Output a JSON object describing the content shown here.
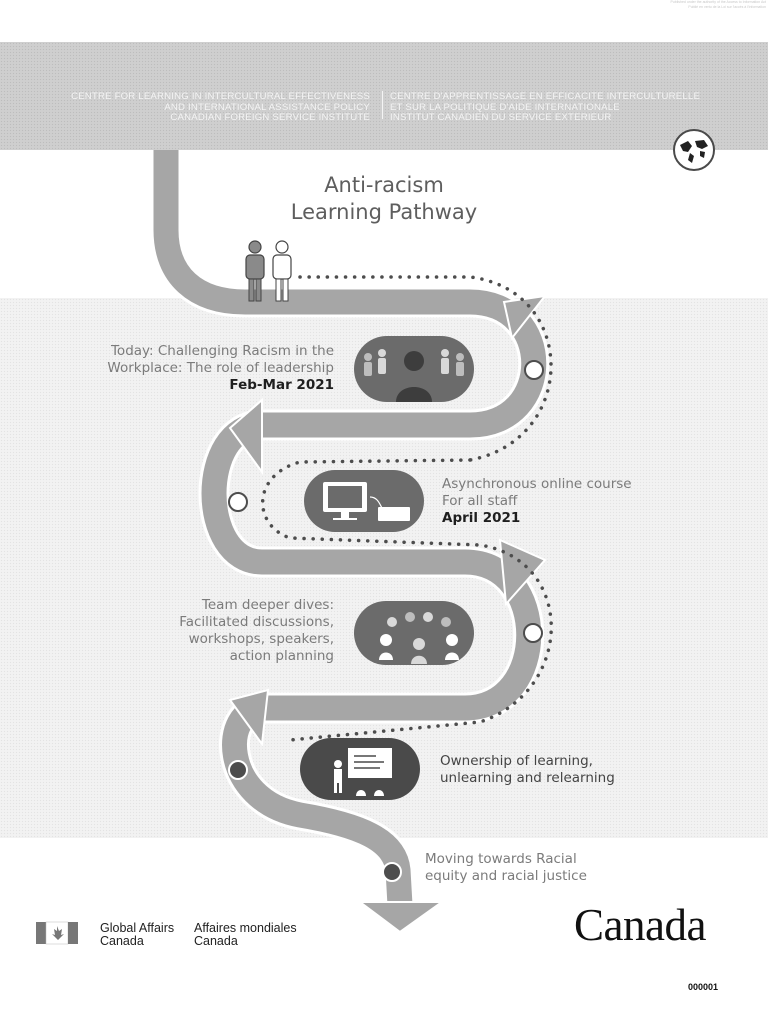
{
  "corner_note": [
    "Published under the authority of the Access to Information Act",
    "Publié en vertu de la Loi sur l'accès à l'information"
  ],
  "header": {
    "english_lines": [
      "CENTRE FOR LEARNING IN INTERCULTURAL EFFECTIVENESS",
      "AND INTERNATIONAL ASSISTANCE POLICY",
      "CANADIAN FOREIGN SERVICE INSTITUTE"
    ],
    "french_lines": [
      "CENTRE D'APPRENTISSAGE EN EFFICACITÉ INTERCULTURELLE",
      "ET SUR LA POLITIQUE D'AIDE INTERNATIONALE",
      "INSTITUT CANADIEN DU SERVICE EXTÉRIEUR"
    ],
    "badge_icon": "world-map-icon"
  },
  "title_lines": [
    "Anti-racism",
    "Learning Pathway"
  ],
  "steps": [
    {
      "lines": [
        "Today: Challenging Racism in the",
        "Workplace: The role of leadership"
      ],
      "date": "Feb-Mar 2021",
      "icon": "leader-audience-icon"
    },
    {
      "lines": [
        "Asynchronous online course",
        "For all staff"
      ],
      "date": "April 2021",
      "icon": "computer-keyboard-icon"
    },
    {
      "lines": [
        "Team deeper dives:",
        "Facilitated discussions,",
        "workshops, speakers,",
        "action planning"
      ],
      "icon": "group-discussion-icon"
    },
    {
      "lines": [
        "Ownership of learning,",
        "unlearning and relearning"
      ],
      "icon": "presenter-whiteboard-icon"
    },
    {
      "lines": [
        "Moving towards Racial",
        "equity and racial justice"
      ]
    }
  ],
  "footer": {
    "gac_lines": [
      "Global Affairs",
      "Canada"
    ],
    "amc_lines": [
      "Affaires mondiales",
      "Canada"
    ],
    "wordmark": "Canada",
    "doc_number": "000001",
    "flag_icon": "canada-flag-icon"
  },
  "colors": {
    "road": "#a6a6a6",
    "road_outline": "#ffffff",
    "dots": "#4d4d4d",
    "pill": "#6b6b6b",
    "header_band": "#cfcfcf",
    "text_dark": "#1f1f1f"
  }
}
